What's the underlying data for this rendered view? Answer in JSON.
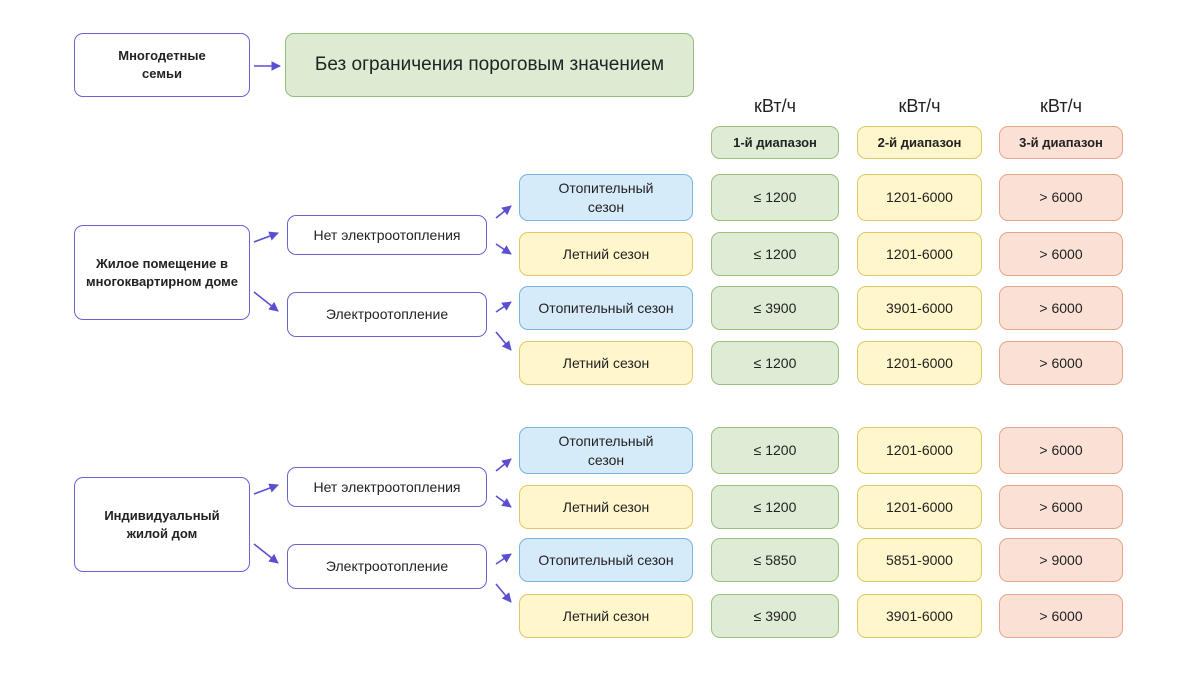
{
  "large_family": {
    "category": "Многодетные семьи",
    "note": "Без ограничения пороговым значением"
  },
  "units": [
    "кВт/ч",
    "кВт/ч",
    "кВт/ч"
  ],
  "ranges": [
    "1-й диапазон",
    "2-й диапазон",
    "3-й диапазон"
  ],
  "groups": [
    {
      "category": "Жилое помещение в многоквартирном доме",
      "heating_types": [
        {
          "label": "Нет электроотопления",
          "seasons": [
            {
              "season": "Отопительный сезон",
              "values": [
                "≤ 1200",
                "1201-6000",
                "> 6000"
              ]
            },
            {
              "season": "Летний сезон",
              "values": [
                "≤ 1200",
                "1201-6000",
                "> 6000"
              ]
            }
          ]
        },
        {
          "label": "Электроотопление",
          "seasons": [
            {
              "season": "Отопительный сезон",
              "values": [
                "≤ 3900",
                "3901-6000",
                "> 6000"
              ]
            },
            {
              "season": "Летний сезон",
              "values": [
                "≤ 1200",
                "1201-6000",
                "> 6000"
              ]
            }
          ]
        }
      ]
    },
    {
      "category": "Индивидуальный жилой дом",
      "heating_types": [
        {
          "label": "Нет электроотопления",
          "seasons": [
            {
              "season": "Отопительный сезон",
              "values": [
                "≤ 1200",
                "1201-6000",
                "> 6000"
              ]
            },
            {
              "season": "Летний сезон",
              "values": [
                "≤ 1200",
                "1201-6000",
                "> 6000"
              ]
            }
          ]
        },
        {
          "label": "Электроотопление",
          "seasons": [
            {
              "season": "Отопительный сезон",
              "values": [
                "≤ 5850",
                "5851-9000",
                "> 9000"
              ]
            },
            {
              "season": "Летний сезон",
              "values": [
                "≤ 3900",
                "3901-6000",
                "> 6000"
              ]
            }
          ]
        }
      ]
    }
  ],
  "colors": {
    "connector": "#5b4fd1",
    "range_1": "#deecd5",
    "range_2": "#fff6cb",
    "range_3": "#fbe1d5",
    "heating_season": "#d6ebfa",
    "summer_season": "#fff6cb"
  }
}
